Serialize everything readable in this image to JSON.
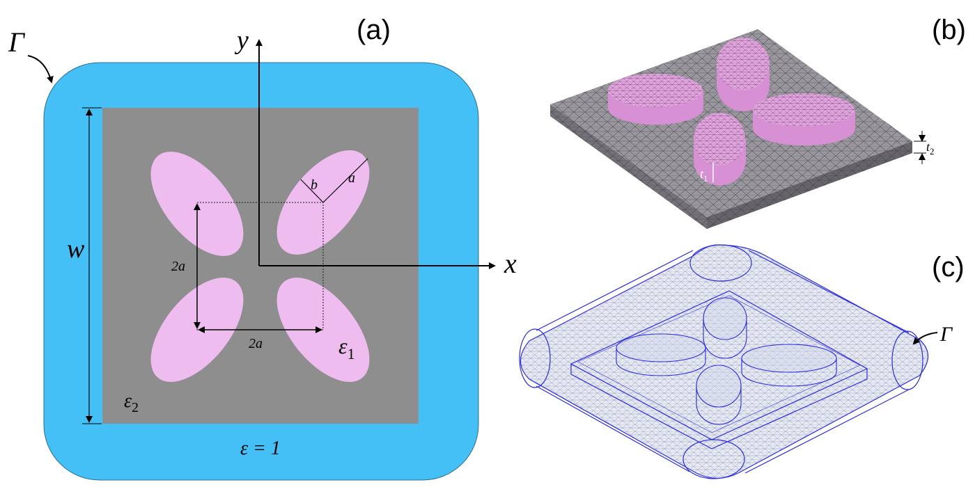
{
  "panel_a": {
    "tag": "(a)",
    "boundary_label": "Γ",
    "width_label": "w",
    "axis_x_label": "x",
    "axis_y_label": "y",
    "dim_b": "b",
    "dim_a": "a",
    "dim_vertical": "2a",
    "dim_horizontal": "2a",
    "eps1_base": "ε",
    "eps1_sub": "1",
    "eps2_base": "ε",
    "eps2_sub": "2",
    "eps_outer": "ε = 1",
    "colors": {
      "outer": "#44c0f6",
      "substrate": "#8e8e8e",
      "ellipse": "#eebcee"
    }
  },
  "panel_b": {
    "tag": "(b)",
    "t1_base": "t",
    "t1_sub": "1",
    "t2_base": "t",
    "t2_sub": "2",
    "colors": {
      "slab_top": "#9a979f",
      "slab_side": "#75727a",
      "ellipse": "#e4a6e0"
    }
  },
  "panel_c": {
    "tag": "(c)",
    "boundary_label": "Γ",
    "colors": {
      "outline": "#2a2ae0",
      "mesh": "#9aa2c4"
    }
  }
}
